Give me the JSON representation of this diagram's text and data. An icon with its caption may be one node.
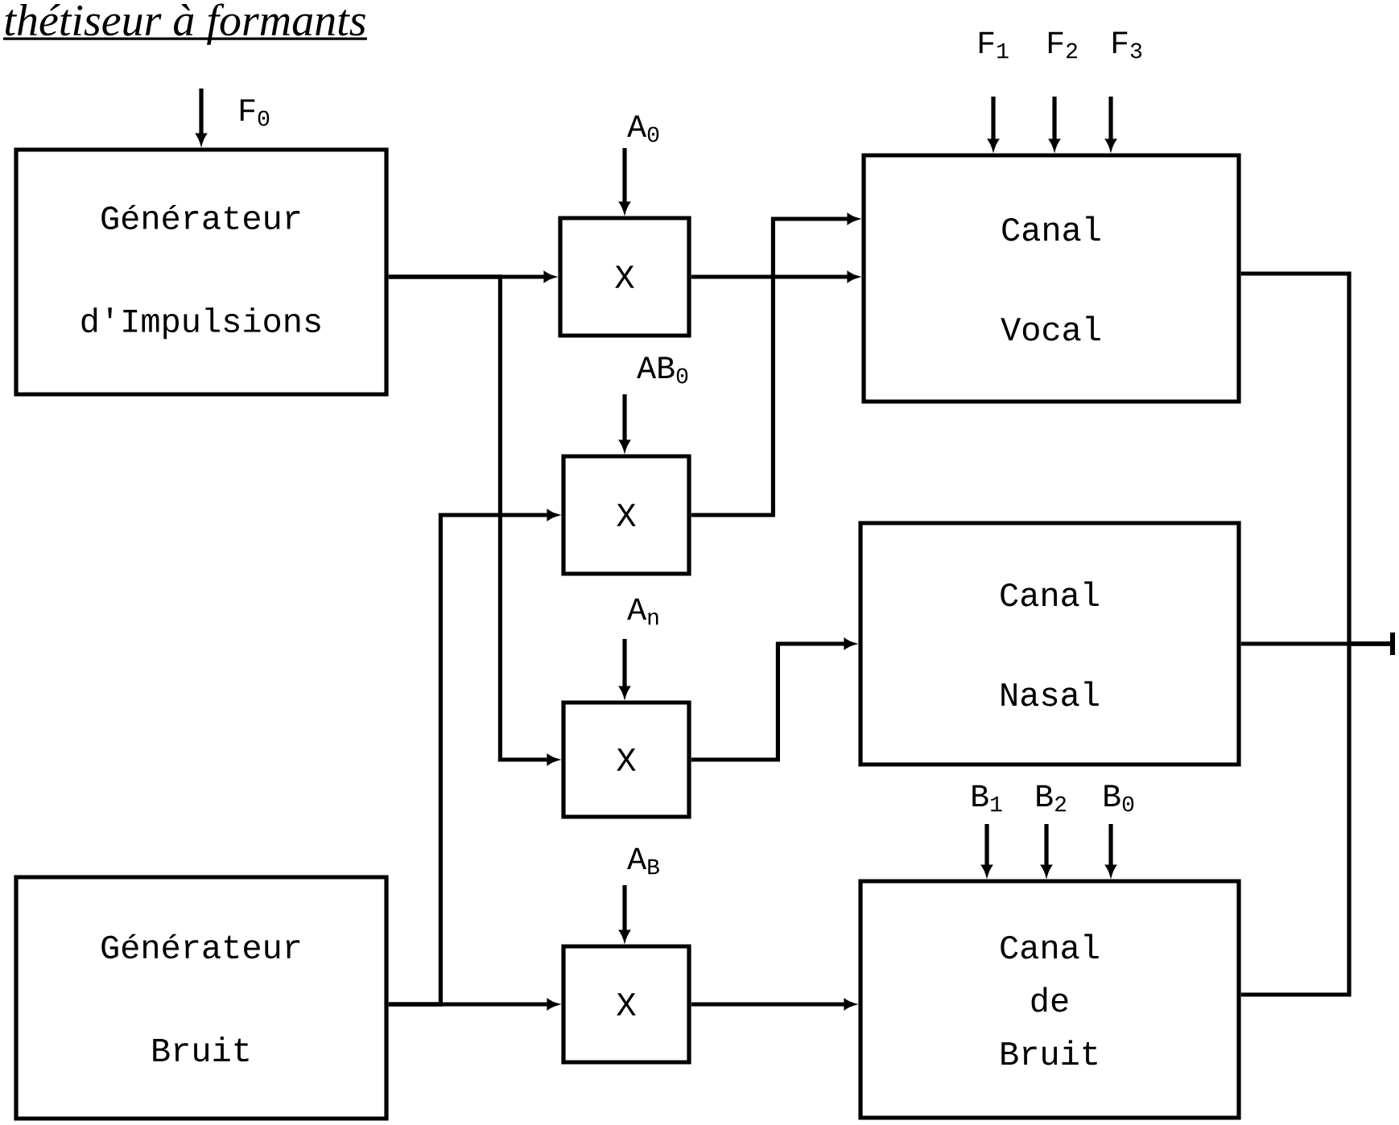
{
  "diagram": {
    "title": "thétiseur à formants",
    "nodes": [
      {
        "text": [
          "Générateur d'Impulsions"
        ]
      },
      {
        "text": [
          "Générateur Bruit"
        ]
      },
      {
        "text": [
          "X"
        ]
      },
      {
        "text": [
          "X"
        ]
      },
      {
        "text": [
          "X"
        ]
      },
      {
        "text": [
          "X"
        ]
      },
      {
        "text": [
          "Canal Vocal"
        ]
      },
      {
        "text": [
          "Canal Nasal"
        ]
      },
      {
        "text": [
          "Canal de Bruit"
        ]
      }
    ],
    "edges": [
      {
        "from": null,
        "to": 0,
        "arrow": "to",
        "label": "F$_{0}$"
      },
      {
        "from": null,
        "to": 2,
        "arrow": "to",
        "label": "A$_{0}$"
      },
      {
        "from": null,
        "to": 3,
        "arrow": "to",
        "label": "AB$_{0}$"
      },
      {
        "from": null,
        "to": 4,
        "arrow": "to",
        "label": "A$_{n}$"
      },
      {
        "from": null,
        "to": 5,
        "arrow": "to",
        "label": "A$_{B}$"
      },
      {
        "from": null,
        "to": 6,
        "arrow": "to",
        "label": "F$_{1}$"
      },
      {
        "from": null,
        "to": 6,
        "arrow": "to",
        "label": "F$_{2}$"
      },
      {
        "from": null,
        "to": 6,
        "arrow": "to",
        "label": "F$_{3}$"
      },
      {
        "from": null,
        "to": 8,
        "arrow": "to",
        "label": "B$_{1}$"
      },
      {
        "from": null,
        "to": 8,
        "arrow": "to",
        "label": "B$_{2}$"
      },
      {
        "from": null,
        "to": 8,
        "arrow": "to",
        "label": "B$_{0}$"
      },
      {
        "from": 0,
        "to": 2,
        "arrow": "to"
      },
      {
        "from": 0,
        "to": 4,
        "arrow": "to"
      },
      {
        "from": 1,
        "to": 3,
        "arrow": "to"
      },
      {
        "from": 1,
        "to": 5,
        "arrow": "to"
      },
      {
        "from": 2,
        "to": 6,
        "arrow": "to"
      },
      {
        "from": 3,
        "to": 6,
        "arrow": "to"
      },
      {
        "from": 4,
        "to": 7,
        "arrow": "to"
      },
      {
        "from": 5,
        "to": 8,
        "arrow": "to"
      },
      {
        "from": 6,
        "to": null,
        "arrow": "none"
      },
      {
        "from": 7,
        "to": null,
        "arrow": "none"
      },
      {
        "from": 8,
        "to": null,
        "arrow": "none"
      }
    ]
  }
}
